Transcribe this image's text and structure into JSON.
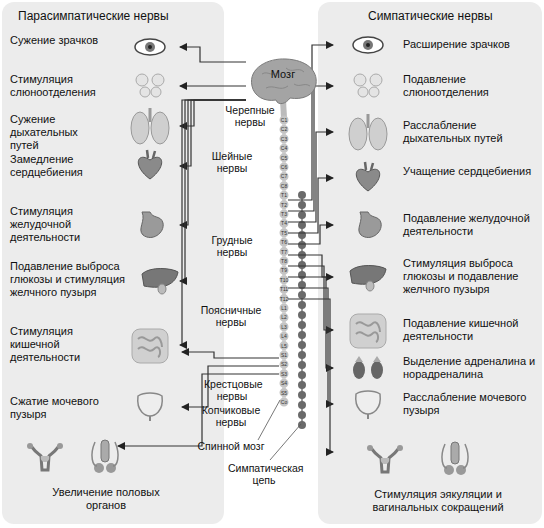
{
  "diagram": {
    "nodes": [
      {
        "text": [
          "Парасимпатические нервы"
        ]
      },
      {
        "text": [
          "Сужение зрачков"
        ],
        "in": 0
      },
      {
        "text": [
          "Стимуляция слюноотделения"
        ],
        "in": 0
      },
      {
        "text": [
          "Сужение дыхательных путей"
        ],
        "in": 0
      },
      {
        "text": [
          "Замедление сердцебиения"
        ],
        "in": 0
      },
      {
        "text": [
          "Стимуляция желудочной деятельности"
        ],
        "in": 0
      },
      {
        "text": [
          "Подавление выброса глюкозы и стимуляция желчного пузыря"
        ],
        "in": 0
      },
      {
        "text": [
          "Стимуляция кишечной деятельности"
        ],
        "in": 0
      },
      {
        "text": [
          "Сжатие мочевого пузыря"
        ],
        "in": 0
      },
      {
        "text": [
          "Увеличение половых органов"
        ],
        "in": 0
      },
      {
        "text": [
          "Мозг"
        ]
      },
      {
        "text": [
          "Симпатические нервы"
        ]
      },
      {
        "text": [
          "Расширение зрачков"
        ],
        "in": 11
      },
      {
        "text": [
          "Подавление слюноотделения"
        ],
        "in": 11
      },
      {
        "text": [
          "Расслабление дыхательных путей"
        ],
        "in": 11
      },
      {
        "text": [
          "Учащение сердцебиения"
        ],
        "in": 11
      },
      {
        "text": [
          "Подавление желудочной деятельности"
        ],
        "in": 11
      },
      {
        "text": [
          "Стимуляция выброса глюкозы и подавление желчного пузыря"
        ],
        "in": 11
      },
      {
        "text": [
          "Подавление кишечной деятельности"
        ],
        "in": 11
      },
      {
        "text": [
          "Выделение адреналина и норадреналина"
        ],
        "in": 11
      },
      {
        "text": [
          "Расслабление мочевого пузыря"
        ],
        "in": 11
      },
      {
        "text": [
          "Стимуляция эякуляции и вагинальных сокращений"
        ],
        "in": 11
      }
    ],
    "edges": [
      {
        "from": 10,
        "to": 1,
        "arrow": "to"
      },
      {
        "from": 10,
        "to": 2,
        "arrow": "to"
      },
      {
        "from": 10,
        "to": 3,
        "arrow": "to"
      },
      {
        "from": 10,
        "to": 4,
        "arrow": "to"
      },
      {
        "from": 10,
        "to": 5,
        "arrow": "to"
      },
      {
        "from": 10,
        "to": 6,
        "arrow": "to"
      },
      {
        "from": 10,
        "to": 7,
        "arrow": "to"
      }
    ],
    "labels": [
      "Черепные нервы",
      "Шейные нервы",
      "Грудные нервы",
      "Поясничные нервы",
      "Крестцовые нервы",
      "Копчиковые нервы",
      "Спинной мозг",
      "Симпатическая цепь",
      "C1",
      "C2",
      "C3",
      "C4",
      "C5",
      "C6",
      "C7",
      "C8",
      "T1",
      "T2",
      "T3",
      "T4",
      "T5",
      "T6",
      "T7",
      "T8",
      "T9",
      "T10",
      "T11",
      "T12",
      "L1",
      "L2",
      "L3",
      "L4",
      "L5",
      "S1",
      "S2",
      "S3",
      "S4",
      "S5",
      "Co"
    ]
  }
}
